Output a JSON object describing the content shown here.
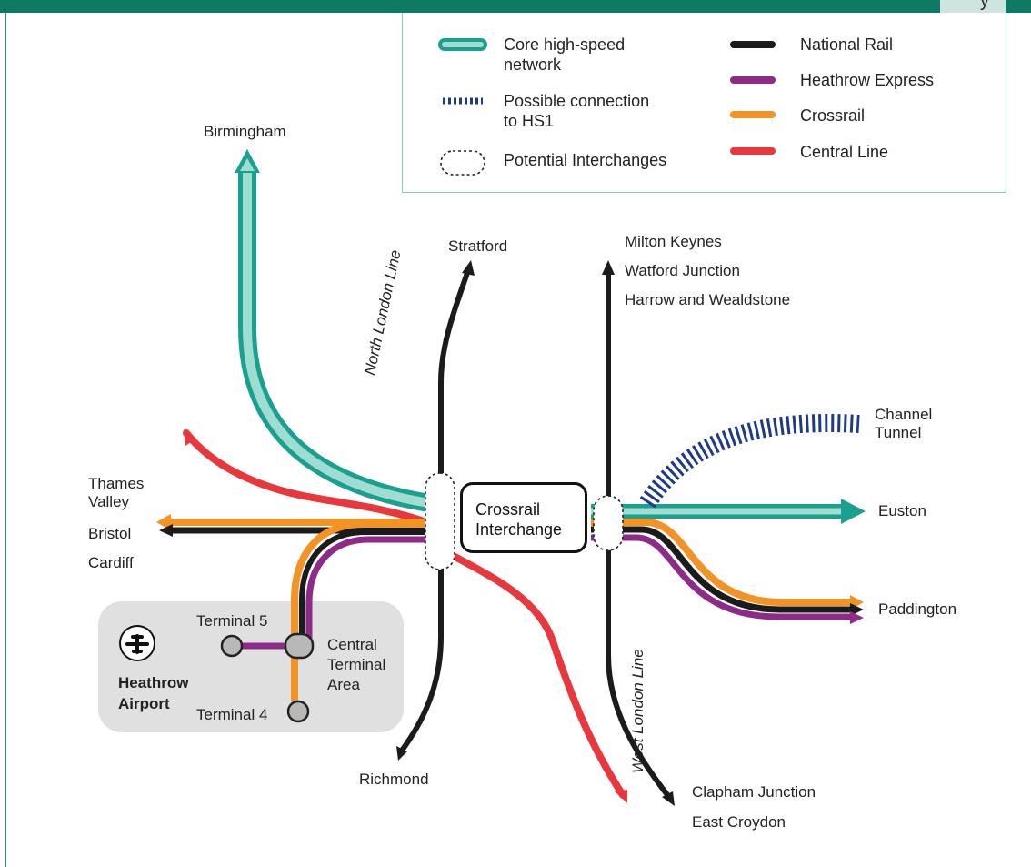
{
  "colors": {
    "core_hs": "#1aa08f",
    "core_hs_light": "#9fdcd2",
    "national_rail": "#1b1b1b",
    "heathrow_express": "#8e2a87",
    "crossrail": "#f39325",
    "central_line": "#e8383e",
    "hs1": "#1f3b86",
    "header": "#0e7a63",
    "airport_bg": "#e0e0e0"
  },
  "header": {
    "tab_text": "y"
  },
  "legend": {
    "core_hs": "Core high-speed network",
    "core_hs_l1": "Core high-speed",
    "core_hs_l2": "network",
    "hs1_l1": "Possible connection",
    "hs1_l2": "to HS1",
    "interchanges": "Potential Interchanges",
    "national_rail": "National Rail",
    "heathrow_express": "Heathrow Express",
    "crossrail": "Crossrail",
    "central_line": "Central Line"
  },
  "places": {
    "birmingham": "Birmingham",
    "stratford": "Stratford",
    "milton_keynes": "Milton Keynes",
    "watford_junction": "Watford Junction",
    "harrow": "Harrow and Wealdstone",
    "channel_l1": "Channel",
    "channel_l2": "Tunnel",
    "thames_l1": "Thames",
    "thames_l2": "Valley",
    "bristol": "Bristol",
    "cardiff": "Cardiff",
    "euston": "Euston",
    "paddington": "Paddington",
    "terminal5": "Terminal 5",
    "terminal4": "Terminal 4",
    "central_terminal_l1": "Central",
    "central_terminal_l2": "Terminal",
    "central_terminal_l3": "Area",
    "heathrow_l1": "Heathrow",
    "heathrow_l2": "Airport",
    "richmond": "Richmond",
    "clapham": "Clapham Junction",
    "east_croydon": "East Croydon",
    "crossrail_interchange_l1": "Crossrail",
    "crossrail_interchange_l2": "Interchange"
  },
  "line_labels": {
    "north_london": "North London Line",
    "west_london": "West London Line"
  },
  "icons": {
    "airport": "airplane-icon"
  }
}
